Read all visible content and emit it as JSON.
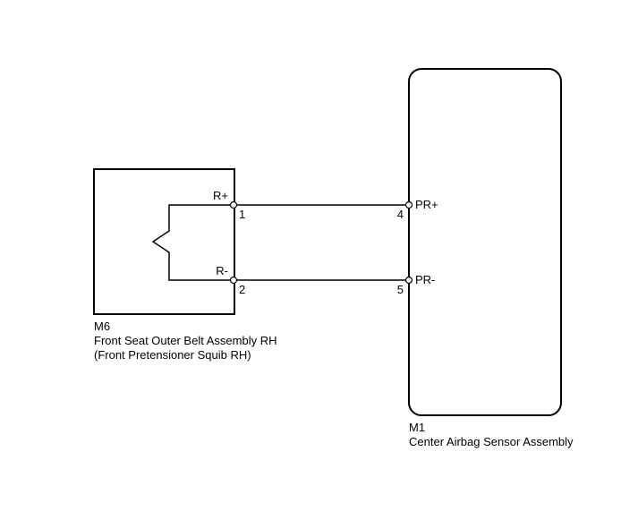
{
  "left_component": {
    "code": "M6",
    "name": "Front Seat Outer Belt Assembly RH",
    "subname": "(Front Pretensioner Squib RH)",
    "pins": [
      {
        "label": "R+",
        "number": "1"
      },
      {
        "label": "R-",
        "number": "2"
      }
    ]
  },
  "right_component": {
    "code": "M1",
    "name": "Center Airbag Sensor Assembly",
    "pins": [
      {
        "label": "PR+",
        "number": "4"
      },
      {
        "label": "PR-",
        "number": "5"
      }
    ]
  },
  "connections": [
    {
      "from": "M6.1",
      "to": "M1.4"
    },
    {
      "from": "M6.2",
      "to": "M1.5"
    }
  ],
  "colors": {
    "line": "#000000",
    "background": "#ffffff"
  }
}
